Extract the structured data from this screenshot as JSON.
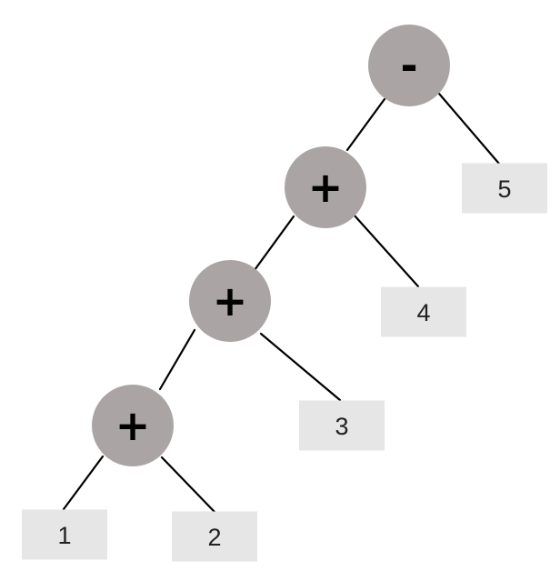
{
  "tree": {
    "nodes": [
      {
        "id": "n0",
        "kind": "operator",
        "label": "-"
      },
      {
        "id": "n1",
        "kind": "operator",
        "label": "+"
      },
      {
        "id": "n2",
        "kind": "operator",
        "label": "+"
      },
      {
        "id": "n3",
        "kind": "operator",
        "label": "+"
      },
      {
        "id": "l5",
        "kind": "leaf",
        "label": "5"
      },
      {
        "id": "l4",
        "kind": "leaf",
        "label": "4"
      },
      {
        "id": "l3",
        "kind": "leaf",
        "label": "3"
      },
      {
        "id": "l1",
        "kind": "leaf",
        "label": "1"
      },
      {
        "id": "l2",
        "kind": "leaf",
        "label": "2"
      }
    ],
    "edges": [
      {
        "from": "n0",
        "to": "n1"
      },
      {
        "from": "n0",
        "to": "l5"
      },
      {
        "from": "n1",
        "to": "n2"
      },
      {
        "from": "n1",
        "to": "l4"
      },
      {
        "from": "n2",
        "to": "n3"
      },
      {
        "from": "n2",
        "to": "l3"
      },
      {
        "from": "n3",
        "to": "l1"
      },
      {
        "from": "n3",
        "to": "l2"
      }
    ]
  },
  "colors": {
    "operator_fill": "#aaa5a4",
    "leaf_fill": "#e6e6e6",
    "edge": "#000000"
  }
}
